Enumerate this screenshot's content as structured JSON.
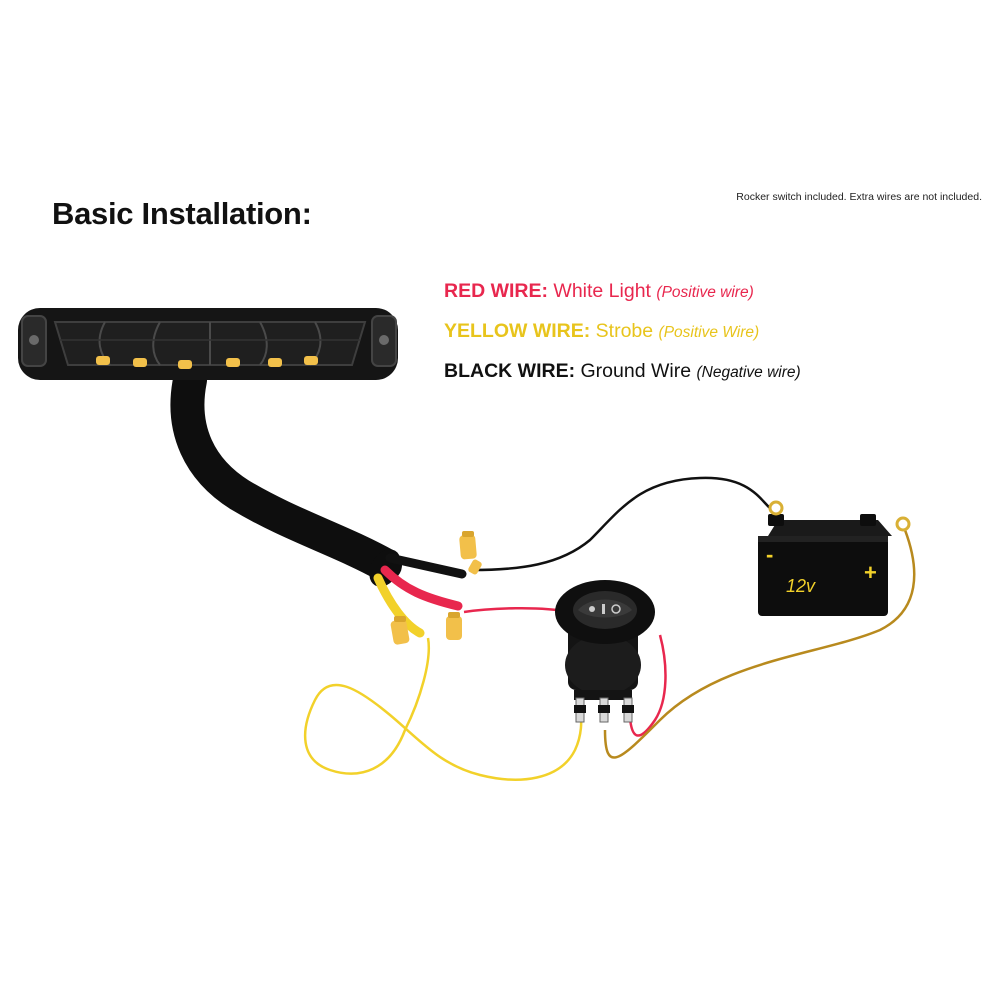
{
  "title": "Basic Installation:",
  "note": "Rocker switch included. Extra wires are not included.",
  "legend": [
    {
      "label": "RED WIRE:",
      "desc": "White Light",
      "note": "(Positive wire)",
      "color": "#e8274e"
    },
    {
      "label": "YELLOW WIRE:",
      "desc": "Strobe",
      "note": "(Positive Wire)",
      "color": "#e8c41c"
    },
    {
      "label": "BLACK WIRE:",
      "desc": "Ground Wire",
      "note": "(Negative wire)",
      "color": "#111111"
    }
  ],
  "battery": {
    "voltage": "12v",
    "negative": "-",
    "positive": "+"
  },
  "colors": {
    "red_wire": "#e8274e",
    "yellow_wire": "#f2d12a",
    "black_wire": "#111111",
    "ground_wire": "#b88a1e",
    "connector": "#f2c04a"
  },
  "icons": {
    "light": "led-light-bar-icon",
    "switch": "rocker-switch-icon",
    "battery": "battery-icon",
    "connector": "wire-nut-icon"
  }
}
